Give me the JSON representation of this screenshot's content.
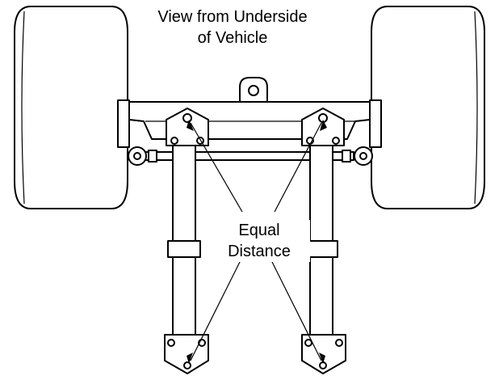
{
  "caption": {
    "line1": "View from Underside",
    "line2": "of Vehicle"
  },
  "measurement": {
    "line1": "Equal",
    "line2": "Distance"
  },
  "stroke_color": "#000000",
  "fill_color": "#ffffff"
}
